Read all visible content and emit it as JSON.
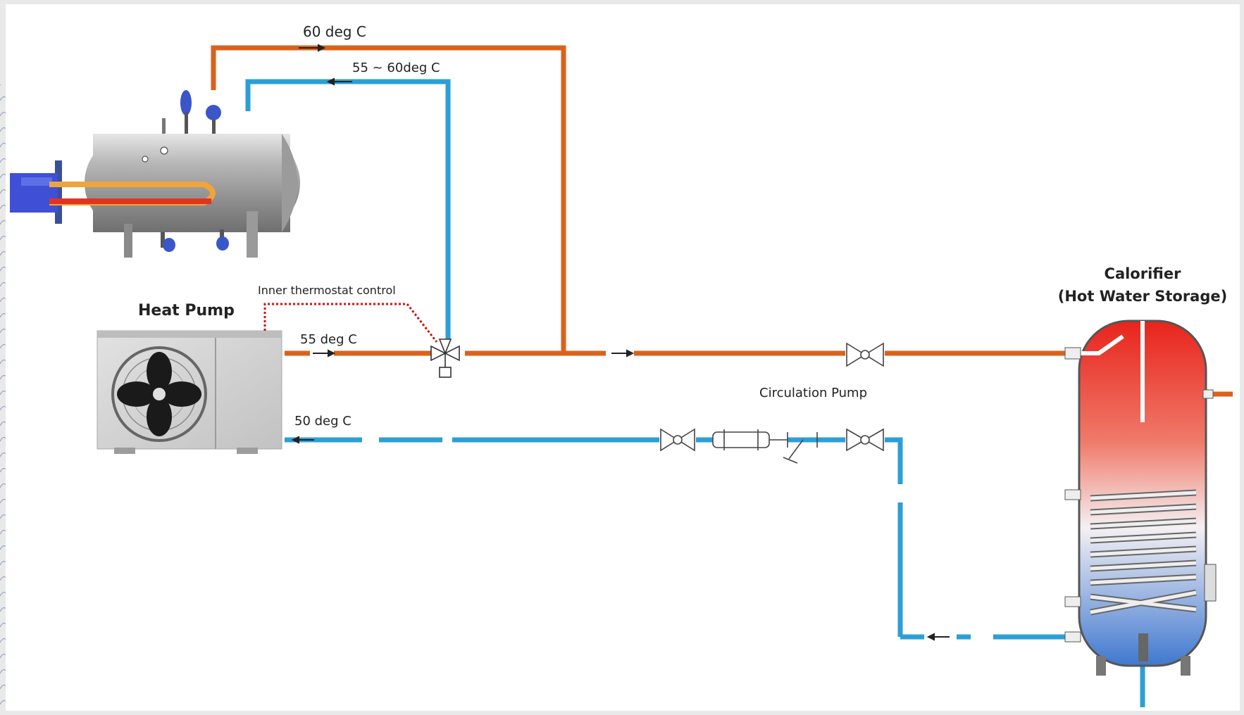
{
  "labels": {
    "temp_60": "60 deg C",
    "temp_55_60": "55 ~ 60deg C",
    "temp_55": "55 deg C",
    "temp_50": "50 deg C",
    "heat_pump": "Heat Pump",
    "inner_thermostat": "Inner thermostat control",
    "circulation_pump": "Circulation Pump",
    "calorifier_line1": "Calorifier",
    "calorifier_line2": "(Hot Water Storage)"
  },
  "colors": {
    "hot_pipe": "#d9621c",
    "cold_pipe": "#2b9fd6",
    "thermostat_wire": "#cc1111",
    "background": "#ffffff",
    "frame": "#e9e9e9"
  },
  "icons": {
    "boiler": "horizontal-boiler-icon",
    "heat_pump": "heat-pump-unit-icon",
    "calorifier": "hot-water-cylinder-icon",
    "valve": "gate-valve-icon",
    "three_way_valve": "three-way-valve-icon",
    "pump": "circulation-pump-icon"
  }
}
